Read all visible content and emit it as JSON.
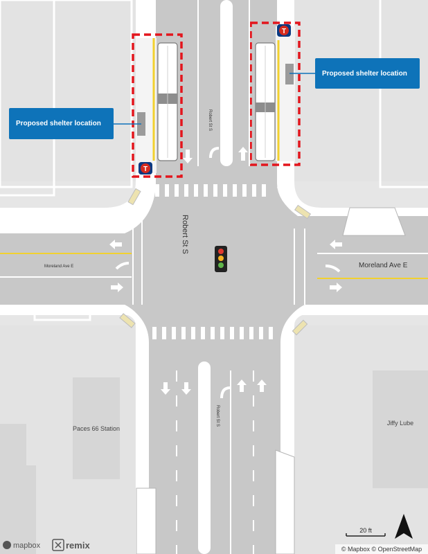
{
  "streets": {
    "robert_north": "Robert St S",
    "robert_center": "Robert St S",
    "robert_south": "Robert St S",
    "moreland_west": "Moreland Ave E",
    "moreland_east": "Moreland Ave E"
  },
  "pois": {
    "station": "Paces 66 Station",
    "jiffy": "Jiffy Lube"
  },
  "callouts": {
    "left": "Proposed shelter location",
    "right": "Proposed shelter location"
  },
  "transit_logo": "T",
  "scale": {
    "label": "20 ft"
  },
  "attribution": {
    "text": "© Mapbox © OpenStreetMap",
    "mapbox": "mapbox",
    "remix": "remix"
  },
  "colors": {
    "road": "#c8c8c8",
    "sidewalk": "#ffffff",
    "block": "#dcdcdc",
    "callout": "#0e73b9",
    "highlight": "#e3161d",
    "yellow": "#f2d12e",
    "logo_red": "#d52b1e",
    "logo_blue": "#0b3a82"
  }
}
